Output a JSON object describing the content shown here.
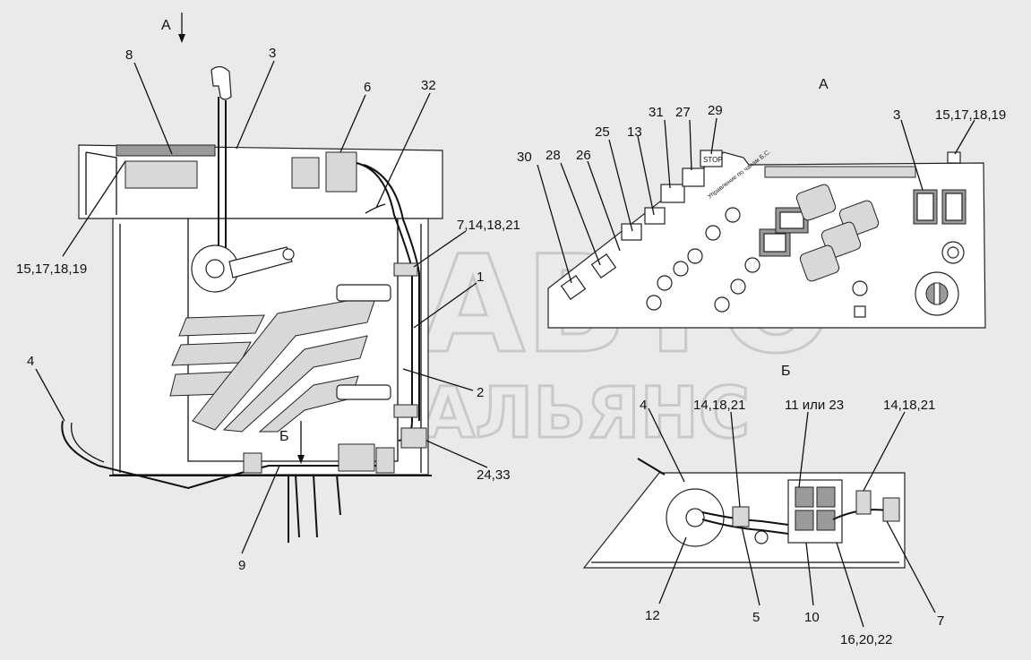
{
  "views": {
    "arrow_a_top": "А",
    "view_a_title": "А",
    "arrow_b": "Б",
    "view_b_title": "Б"
  },
  "watermark": {
    "line1": "АВТО",
    "line2": "АЛЬЯНС"
  },
  "callouts": {
    "main_left": {
      "c8": "8",
      "c3": "3",
      "c6": "6",
      "c32": "32",
      "c15_17_18_19": "15,17,18,19",
      "c7_14_18_21": "7,14,18,21",
      "c1": "1",
      "c2": "2",
      "c4": "4",
      "c24_33": "24,33",
      "c9": "9"
    },
    "view_a": {
      "c30": "30",
      "c28": "28",
      "c26": "26",
      "c25": "25",
      "c13": "13",
      "c31": "31",
      "c27": "27",
      "c29": "29",
      "c3": "3",
      "c15_17_18_19": "15,17,18,19"
    },
    "view_b": {
      "c4": "4",
      "c14_18_21_a": "14,18,21",
      "c11_or_23": "11 или 23",
      "c14_18_21_b": "14,18,21",
      "c12": "12",
      "c5": "5",
      "c10": "10",
      "c16_20_22": "16,20,22",
      "c7": "7"
    }
  },
  "panel_text": {
    "stop": "STOP",
    "side_caption": "Управление по чанам Б.С."
  },
  "icons": [
    "joystick-handle-icon",
    "ignition-key-icon",
    "rocker-switch-icon",
    "round-toggle-icon",
    "connector-icon"
  ]
}
